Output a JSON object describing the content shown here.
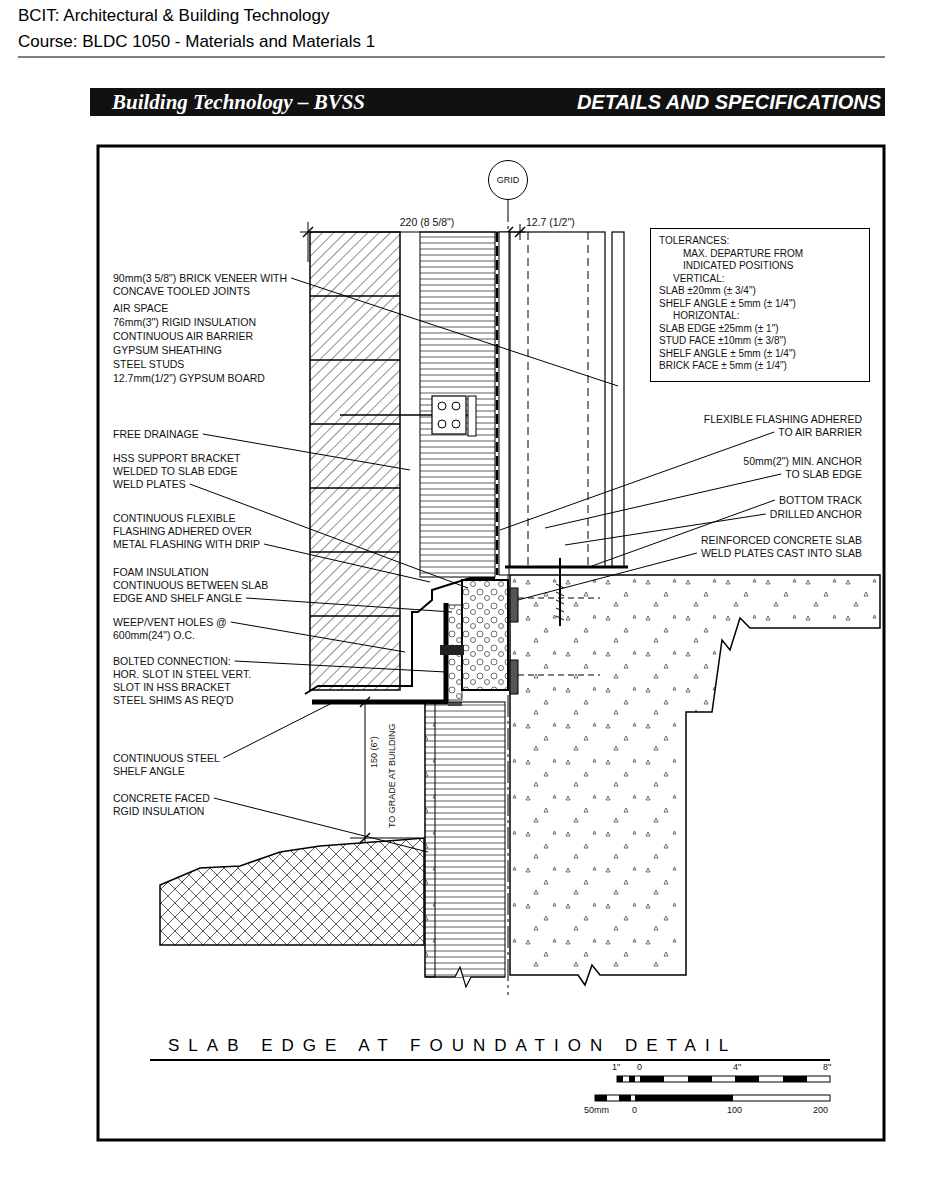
{
  "diagram": {
    "title": "SLAB EDGE AT FOUNDATION DETAIL",
    "nodes": [
      {
        "text": [
          "Building Technology – BVSS",
          "DETAILS AND SPECIFICATIONS"
        ]
      },
      {
        "text": [
          "GRID"
        ]
      },
      {
        "text": [
          "TOLERANCES:",
          "MAX. DEPARTURE FROM INDICATED POSITIONS",
          "VERTICAL:",
          "SLAB ±20mm (± 3/4\")",
          "SHELF ANGLE ± 5mm (± 1/4\")",
          "HORIZONTAL:",
          "SLAB EDGE ±25mm (± 1\")",
          "STUD FACE ±10mm (± 3/8\")",
          "SHELF ANGLE ± 5mm (± 1/4\")",
          "BRICK FACE ± 5mm (± 1/4\")"
        ]
      }
    ],
    "labels": [
      "BCIT: Architectural & Building Technology",
      "Course: BLDC 1050 - Materials and Materials 1",
      "220 (8 5/8\")",
      "12.7 (1/2\")",
      "90mm(3 5/8\") BRICK VENEER WITH CONCAVE TOOLED JOINTS",
      "AIR SPACE",
      "76mm(3\") RIGID INSULATION",
      "CONTINUOUS AIR BARRIER",
      "GYPSUM SHEATHING",
      "STEEL STUDS",
      "12.7mm(1/2\") GYPSUM BOARD",
      "FREE DRAINAGE",
      "HSS SUPPORT BRACKET WELDED TO SLAB EDGE WELD PLATES",
      "CONTINUOUS FLEXIBLE FLASHING ADHERED OVER METAL FLASHING WITH DRIP",
      "FOAM INSULATION CONTINUOUS BETWEEN SLAB EDGE AND SHELF ANGLE",
      "WEEP/VENT HOLES @ 600mm(24\") O.C.",
      "BOLTED CONNECTION: HOR. SLOT IN STEEL VERT. SLOT IN HSS BRACKET STEEL SHIMS AS REQ'D",
      "CONTINUOUS STEEL SHELF ANGLE",
      "CONCRETE FACED RGID INSULATION",
      "150 (6\")",
      "TO GRADE AT BUILDING",
      "FLEXIBLE FLASHING ADHERED TO AIR BARRIER",
      "50mm(2\") MIN. ANCHOR TO SLAB EDGE",
      "BOTTOM TRACK",
      "DRILLED ANCHOR",
      "REINFORCED CONCRETE SLAB WELD PLATES CAST INTO SLAB",
      "1\"",
      "0",
      "4\"",
      "8\"",
      "50mm",
      "0",
      "100",
      "200"
    ]
  }
}
